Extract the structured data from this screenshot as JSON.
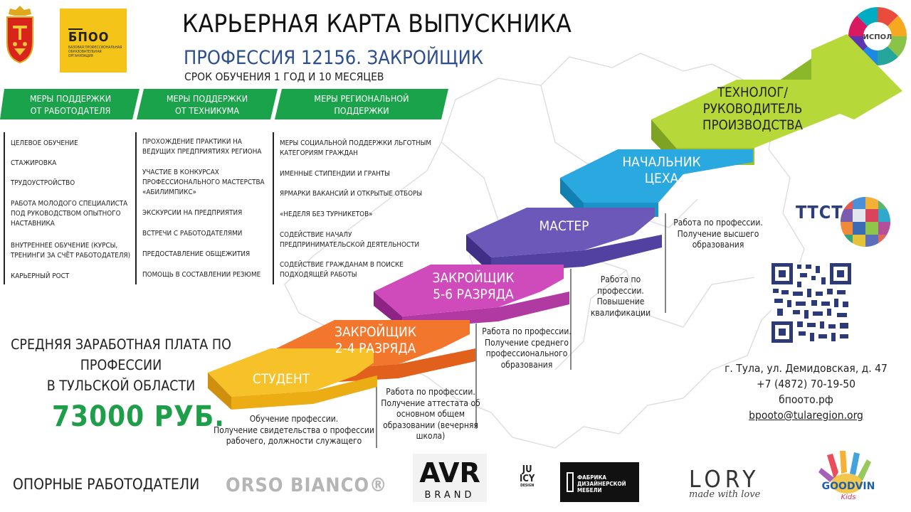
{
  "header": {
    "title": "КАРЬЕРНАЯ КАРТА ВЫПУСКНИКА",
    "profession": "ПРОФЕССИЯ 12156. ЗАКРОЙЩИК",
    "term": "СРОК ОБУЧЕНИЯ 1 ГОД И 10 МЕСЯЦЕВ"
  },
  "logos": {
    "bpoo_name": "БПОО",
    "bpoo_subtitle": "БАЗОВАЯ ПРОФЕССИОНАЛЬНАЯ ОБРАЗОВАТЕЛЬНАЯ ОРГАНИЗАЦИЯ",
    "topright_text": "ИСПОЛ",
    "ttct": "ТТСТ",
    "orso": "ORSO BIANCO®",
    "avr_main": "AVR",
    "avr_sub": "BRAND",
    "juicy_1": "JU",
    "juicy_2": "ICY",
    "juicy_3": "DESIGN",
    "fabrika_1": "ФАБРИКА",
    "fabrika_2": "ДИЗАЙНЕРСКОЙ",
    "fabrika_3": "МЕБЕЛИ",
    "lory": "LORY",
    "lory_sub": "made with love",
    "goodvin_1": "GOODVIN",
    "goodvin_2": "Kids"
  },
  "tabs": [
    {
      "line1": "МЕРЫ ПОДДЕРЖКИ",
      "line2": "ОТ РАБОТОДАТЕЛЯ"
    },
    {
      "line1": "МЕРЫ ПОДДЕРЖКИ",
      "line2": "ОТ ТЕХНИКУМА"
    },
    {
      "line1": "МЕРЫ  РЕГИОНАЛЬНОЙ",
      "line2": "ПОДДЕРЖКИ"
    }
  ],
  "columns": {
    "employer": [
      "ЦЕЛЕВОЕ ОБУЧЕНИЕ",
      "СТАЖИРОВКА",
      "ТРУДОУСТРОЙСТВО",
      "РАБОТА МОЛОДОГО СПЕЦИАЛИСТА",
      "ПОД РУКОВОДСТВОМ ОПЫТНОГО",
      "НАСТАВНИКА",
      "ВНУТРЕННЕЕ ОБУЧЕНИЕ (КУРСЫ,",
      "ТРЕНИНГИ ЗА СЧЁТ РАБОТОДАТЕЛЯ)",
      "КАРЬЕРНЫЙ РОСТ"
    ],
    "college": [
      "ПРОХОЖДЕНИЕ ПРАКТИКИ НА",
      "ВЕДУЩИХ ПРЕДПРИЯТИЯХ РЕГИОНА",
      "УЧАСТИЕ В КОНКУРСАХ",
      "ПРОФЕССИОНАЛЬНОГО МАСТЕРСТВА",
      "«АБИЛИМПИКС»",
      "ЭКСКУРСИИ НА ПРЕДПРИЯТИЯ",
      "ВСТРЕЧИ С РАБОТОДАТЕЛЯМИ",
      "ПРЕДОСТАВЛЕНИЕ ОБЩЕЖИТИЯ",
      "ПОМОЩЬ В СОСТАВЛЕНИИ РЕЗЮМЕ"
    ],
    "region": [
      "МЕРЫ СОЦИАЛЬНОЙ ПОДДЕРЖКИ ЛЬГОТНЫМ",
      "КАТЕГОРИЯМ ГРАЖДАН",
      "ИМЕННЫЕ СТИПЕНДИИ И ГРАНТЫ",
      "ЯРМАРКИ ВАКАНСИЙ И ОТКРЫТЫЕ ОТБОРЫ",
      "«НЕДЕЛЯ БЕЗ ТУРНИКЕТОВ»",
      "СОДЕЙСТВИЕ НАЧАЛУ",
      "ПРЕДПРИНИМАТЕЛЬСКОЙ ДЕЯТЕЛЬНОСТИ",
      "СОДЕЙСТВИЕ ГРАЖДАНАМ В ПОИСКЕ",
      "ПОДХОДЯЩЕЙ РАБОТЫ"
    ]
  },
  "salary": {
    "line1": "СРЕДНЯЯ ЗАРАБОТНАЯ ПЛАТА ПО",
    "line2": "ПРОФЕССИИ",
    "line3": "В ТУЛЬСКОЙ ОБЛАСТИ",
    "value": "73000 РУБ."
  },
  "steps": [
    {
      "label1": "СТУДЕНТ",
      "label2": "",
      "color": "#f5b819"
    },
    {
      "label1": "ЗАКРОЙЩИК",
      "label2": "2-4 РАЗРЯДА",
      "color": "#f0692a"
    },
    {
      "label1": "ЗАКРОЙЩИК",
      "label2": "5-6 РАЗРЯДА",
      "color": "#c23aa8"
    },
    {
      "label1": "МАСТЕР",
      "label2": "",
      "color": "#5a4aa8"
    },
    {
      "label1": "НАЧАЛЬНИК",
      "label2": "ЦЕХА",
      "color": "#1ea0d8"
    },
    {
      "label1": "ТЕХНОЛОГ/",
      "label2": "РУКОВОДИТЕЛЬ",
      "label3": "ПРОИЗВОДСТВА",
      "color": "#a6d12e"
    }
  ],
  "descriptions": {
    "d1": [
      "Обучение профессии.",
      "Получение свидетельства о профессии",
      "рабочего, должности служащего"
    ],
    "d2": [
      "Работа по профессии.",
      "Получение аттестата об",
      "основном общем",
      "образовании (вечерняя",
      "школа)"
    ],
    "d3": [
      "Работа по профессии.",
      "Получение среднего",
      "профессионального",
      "образования"
    ],
    "d4": [
      "Работа по",
      "профессии.",
      "Повышение",
      "квалификации"
    ],
    "d5": [
      "Работа по профессии.",
      "Получение высшего",
      "образования"
    ]
  },
  "contact": {
    "address": "г. Тула, ул. Демидовская, д. 47",
    "phone": "+7 (4872) 70-19-50",
    "site": "бпоото.рф",
    "email": "bpooto@tularegion.org"
  },
  "footer": {
    "employers_label": "ОПОРНЫЕ РАБОТОДАТЕЛИ"
  },
  "colors": {
    "green": "#1aa34a",
    "blue_text": "#2d4f8e"
  }
}
